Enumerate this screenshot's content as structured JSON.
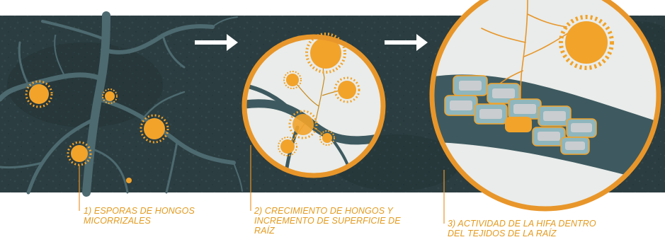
{
  "steps": [
    {
      "line1": "1)  ESPORAS DE HONGOS",
      "line2": "MICORRIZALES",
      "line3": ""
    },
    {
      "line1": "2) CRECIMIENTO DE HONGOS Y",
      "line2": "INCREMENTO DE SUPERFICIE DE",
      "line3": "RAÍZ"
    },
    {
      "line1": "3) ACTIVIDAD DE LA HIFA DENTRO",
      "line2": "DEL TEJIDOS DE LA RAÍZ",
      "line3": ""
    }
  ],
  "colors": {
    "soil": "#2b3d40",
    "soil_dark": "#1f2e31",
    "root": "#4d6a70",
    "fungus": "#f2a32a",
    "ring": "#e8962a",
    "circle_fill": "#e9ecea",
    "caption": "#e39a1e",
    "arrow": "#ffffff"
  }
}
